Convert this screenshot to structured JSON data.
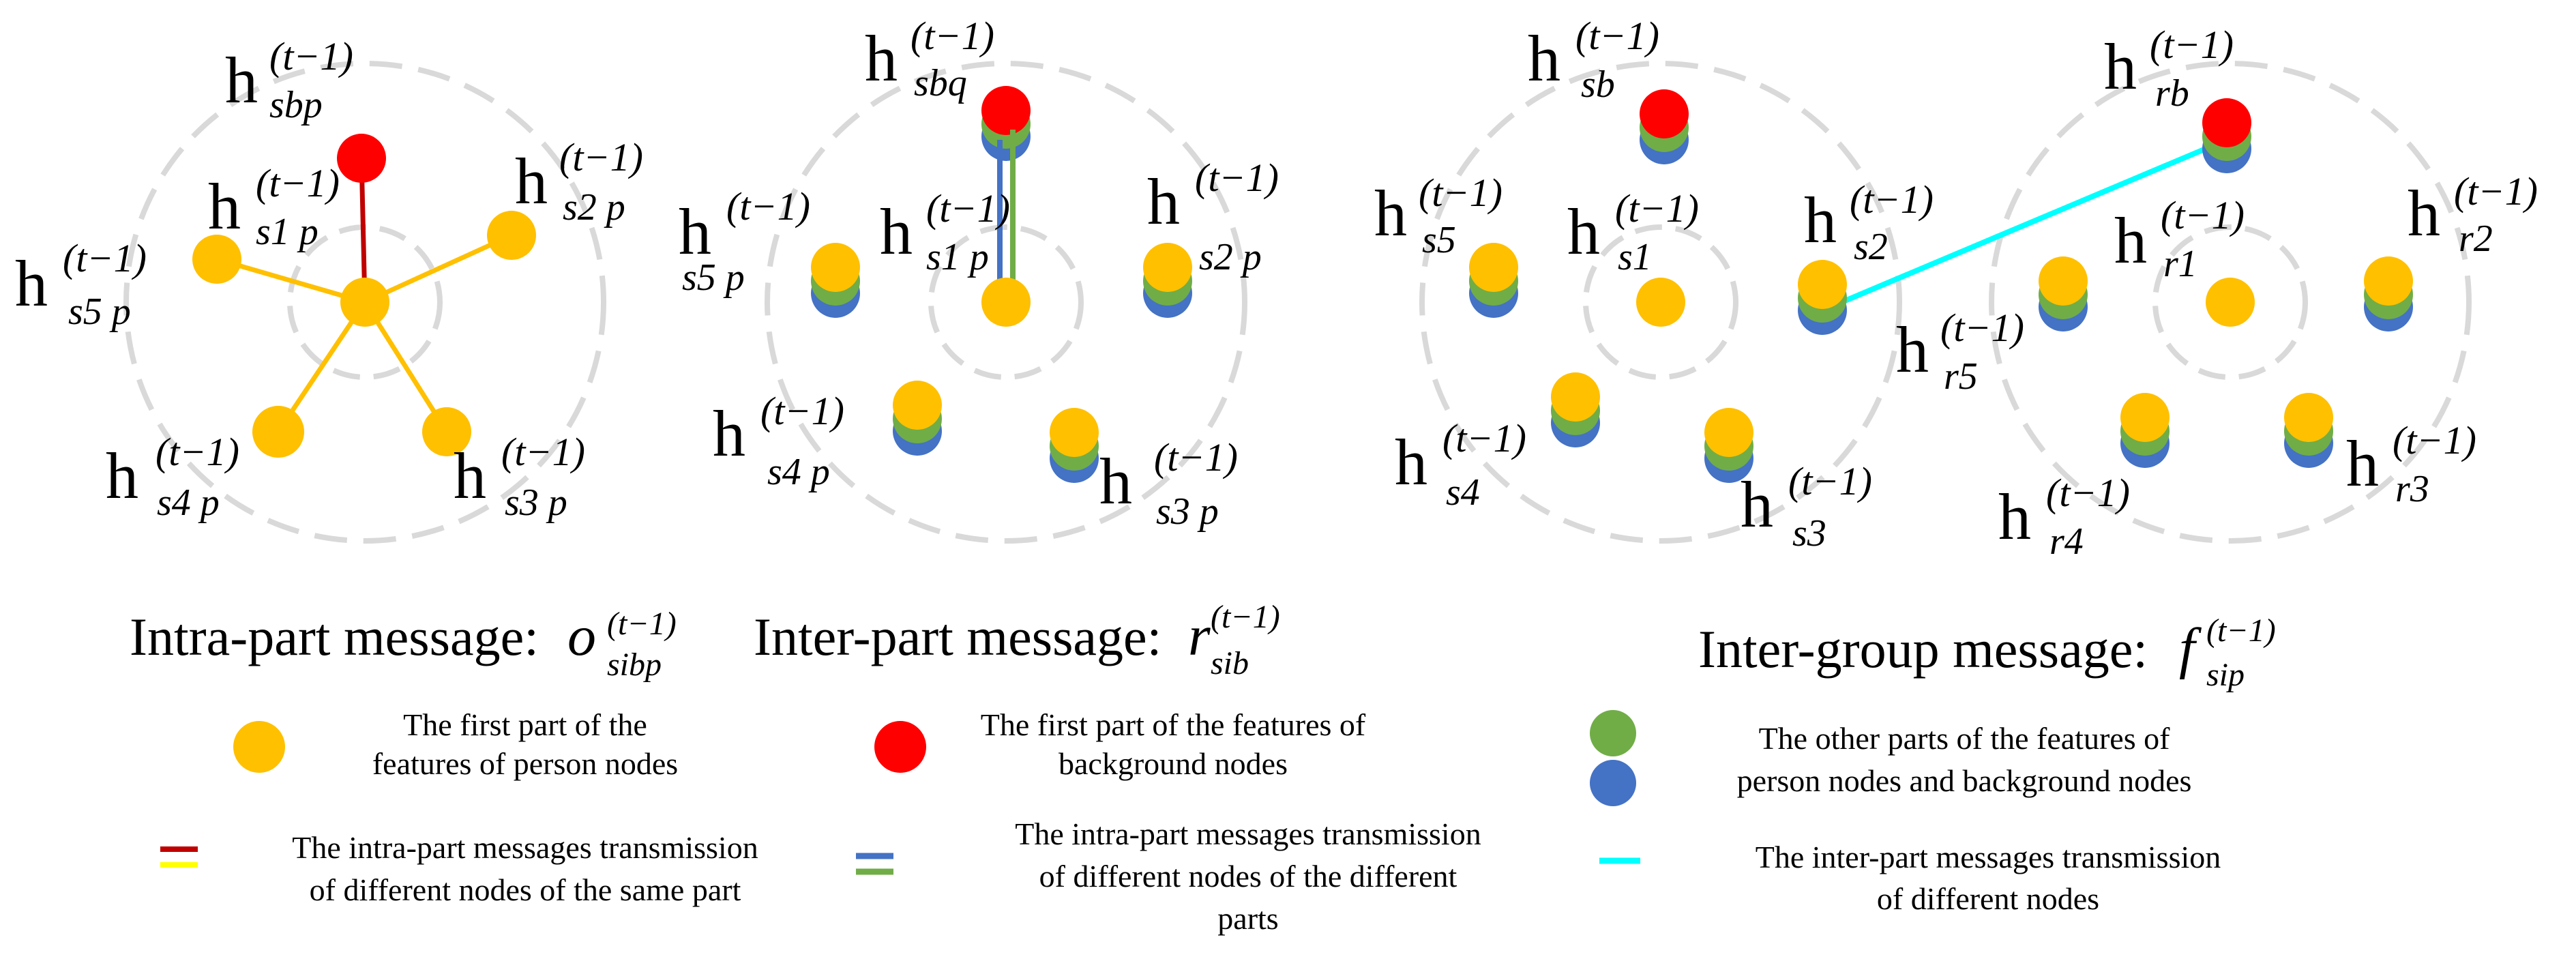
{
  "colors": {
    "person_first": "#FFC000",
    "background_first": "#FF0000",
    "other_green": "#70AD47",
    "other_blue": "#4472C4",
    "intra_red": "#C00000",
    "intra_yellow": "#FFC000",
    "inter_part_blue": "#4472C4",
    "inter_part_green": "#70AD47",
    "inter_group_cyan": "#00FFFF",
    "ring": "#D9D9D9"
  },
  "panel1": {
    "title_text": "Intra-part message:",
    "title_symbol": "o",
    "title_sup": "(t−1)",
    "title_sub": "sibp",
    "labels": [
      {
        "h": "h",
        "sup": "(t−1)",
        "sub": "sbp"
      },
      {
        "h": "h",
        "sup": "(t−1)",
        "sub": "s1 p"
      },
      {
        "h": "h",
        "sup": "(t−1)",
        "sub": "s2 p"
      },
      {
        "h": "h",
        "sup": "(t−1)",
        "sub": "s5 p"
      },
      {
        "h": "h",
        "sup": "(t−1)",
        "sub": "s4 p"
      },
      {
        "h": "h",
        "sup": "(t−1)",
        "sub": "s3 p"
      }
    ]
  },
  "panel2": {
    "title_text": "Inter-part message:",
    "title_symbol": "r",
    "title_sup": "(t−1)",
    "title_sub": "sib",
    "labels": [
      {
        "h": "h",
        "sup": "(t−1)",
        "sub": "sbq"
      },
      {
        "h": "h",
        "sup": "(t−1)",
        "sub": "s5 p"
      },
      {
        "h": "h",
        "sup": "(t−1)",
        "sub": "s1 p"
      },
      {
        "h": "h",
        "sup": "(t−1)",
        "sub": "s2 p"
      },
      {
        "h": "h",
        "sup": "(t−1)",
        "sub": "s4 p"
      },
      {
        "h": "h",
        "sup": "(t−1)",
        "sub": "s3 p"
      }
    ]
  },
  "panel3": {
    "title_text": "Inter-group message:",
    "title_symbol": "f",
    "title_sup": "(t−1)",
    "title_sub": "sip",
    "labels": [
      {
        "h": "h",
        "sup": "(t−1)",
        "sub": "sb"
      },
      {
        "h": "h",
        "sup": "(t−1)",
        "sub": "s5"
      },
      {
        "h": "h",
        "sup": "(t−1)",
        "sub": "s1"
      },
      {
        "h": "h",
        "sup": "(t−1)",
        "sub": "s2"
      },
      {
        "h": "h",
        "sup": "(t−1)",
        "sub": "s4"
      },
      {
        "h": "h",
        "sup": "(t−1)",
        "sub": "s3"
      },
      {
        "h": "h",
        "sup": "(t−1)",
        "sub": "rb"
      },
      {
        "h": "h",
        "sup": "(t−1)",
        "sub": "r1"
      },
      {
        "h": "h",
        "sup": "(t−1)",
        "sub": "r2"
      },
      {
        "h": "h",
        "sup": "(t−1)",
        "sub": "r5"
      },
      {
        "h": "h",
        "sup": "(t−1)",
        "sub": "r4"
      },
      {
        "h": "h",
        "sup": "(t−1)",
        "sub": "r3"
      }
    ]
  },
  "legend": {
    "person_first_line1": "The first part of the",
    "person_first_line2": "features of person nodes",
    "background_first_line1": "The first part of the features of",
    "background_first_line2": "background nodes",
    "other_parts_line1": "The other parts of the features of",
    "other_parts_line2": "person nodes and background nodes",
    "intra_line1": "The intra-part messages transmission",
    "intra_line2": "of different nodes of the same part",
    "inter_part_line1": "The intra-part messages transmission",
    "inter_part_line2": "of different nodes of the different",
    "inter_part_line3": "parts",
    "inter_group_line1": "The inter-part messages transmission",
    "inter_group_line2": "of different nodes"
  }
}
